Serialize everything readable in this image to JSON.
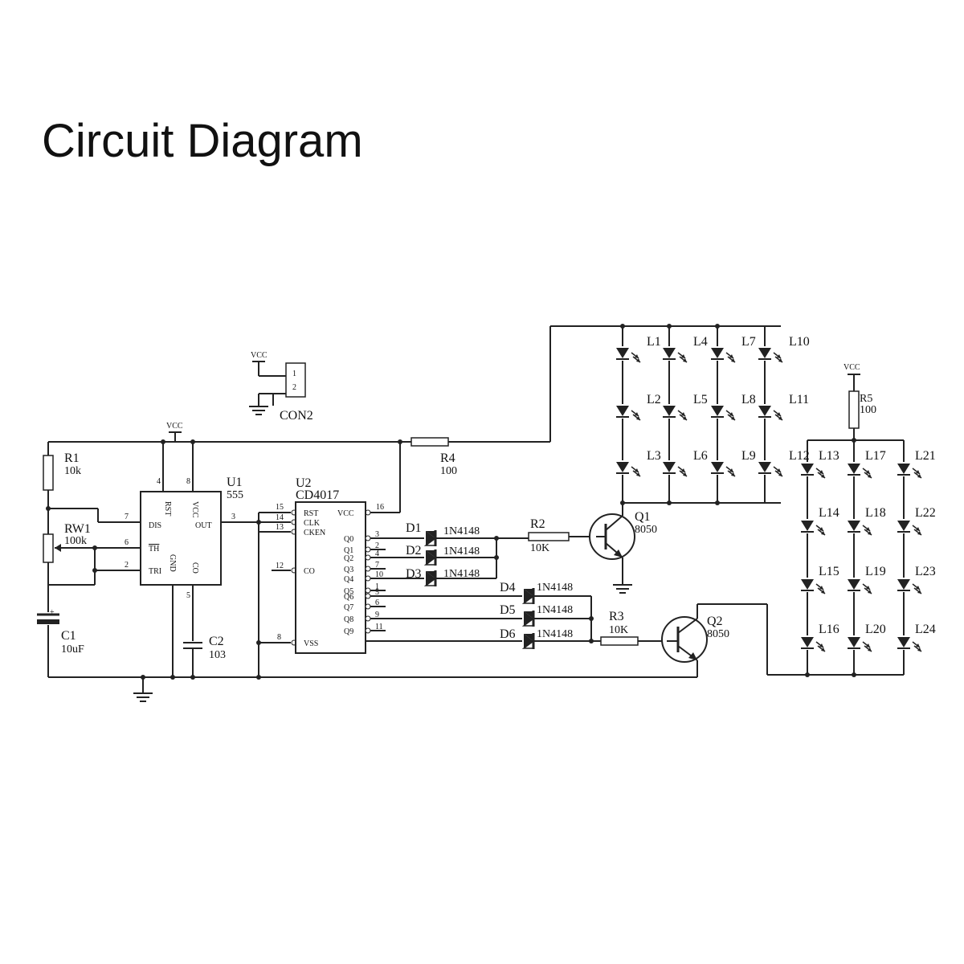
{
  "title": "Circuit Diagram",
  "vcc": "VCC",
  "con2": {
    "name": "CON2",
    "pin1": "1",
    "pin2": "2"
  },
  "r1": {
    "name": "R1",
    "value": "10k"
  },
  "rw1": {
    "name": "RW1",
    "value": "100k"
  },
  "c1": {
    "name": "C1",
    "value": "10uF"
  },
  "c2": {
    "name": "C2",
    "value": "103"
  },
  "r4": {
    "name": "R4",
    "value": "100"
  },
  "r5": {
    "name": "R5",
    "value": "100"
  },
  "r2": {
    "name": "R2",
    "value": "10K"
  },
  "r3": {
    "name": "R3",
    "value": "10K"
  },
  "q1": {
    "name": "Q1",
    "value": "8050"
  },
  "q2": {
    "name": "Q2",
    "value": "8050"
  },
  "u1": {
    "name": "U1",
    "part": "555",
    "labels": {
      "dis": "DIS",
      "thr": "TH",
      "tri": "TRI",
      "rst": "RST",
      "vcc": "VCC",
      "out": "OUT",
      "gnd": "GND",
      "co": "CO"
    },
    "pins": {
      "p4": "4",
      "p8": "8",
      "p7": "7",
      "p6": "6",
      "p2": "2",
      "p3": "3",
      "p5": "5"
    }
  },
  "u2": {
    "name": "U2",
    "part": "CD4017",
    "labels": {
      "rst": "RST",
      "clk": "CLK",
      "cken": "CKEN",
      "co": "CO",
      "vss": "VSS",
      "vcc": "VCC"
    },
    "pins": {
      "rst": "15",
      "clk": "14",
      "cken": "13",
      "co": "12",
      "vss": "8",
      "vcc": "16"
    },
    "outputs": [
      {
        "name": "Q0",
        "pin": "3"
      },
      {
        "name": "Q1",
        "pin": "2"
      },
      {
        "name": "Q2",
        "pin": "4"
      },
      {
        "name": "Q3",
        "pin": "7"
      },
      {
        "name": "Q4",
        "pin": "10"
      },
      {
        "name": "Q5",
        "pin": "1"
      },
      {
        "name": "Q6",
        "pin": "5"
      },
      {
        "name": "Q7",
        "pin": "6"
      },
      {
        "name": "Q8",
        "pin": "9"
      },
      {
        "name": "Q9",
        "pin": "11"
      }
    ]
  },
  "diodes": [
    {
      "name": "D1",
      "part": "1N4148"
    },
    {
      "name": "D2",
      "part": "1N4148"
    },
    {
      "name": "D3",
      "part": "1N4148"
    },
    {
      "name": "D4",
      "part": "1N4148"
    },
    {
      "name": "D5",
      "part": "1N4148"
    },
    {
      "name": "D6",
      "part": "1N4148"
    }
  ],
  "leds_top": [
    [
      "L1",
      "L2",
      "L3"
    ],
    [
      "L4",
      "L5",
      "L6"
    ],
    [
      "L7",
      "L8",
      "L9"
    ],
    [
      "L10",
      "L11",
      "L12"
    ]
  ],
  "leds_bottom": [
    [
      "L13",
      "L14",
      "L15",
      "L16"
    ],
    [
      "L17",
      "L18",
      "L19",
      "L20"
    ],
    [
      "L21",
      "L22",
      "L23",
      "L24"
    ]
  ]
}
